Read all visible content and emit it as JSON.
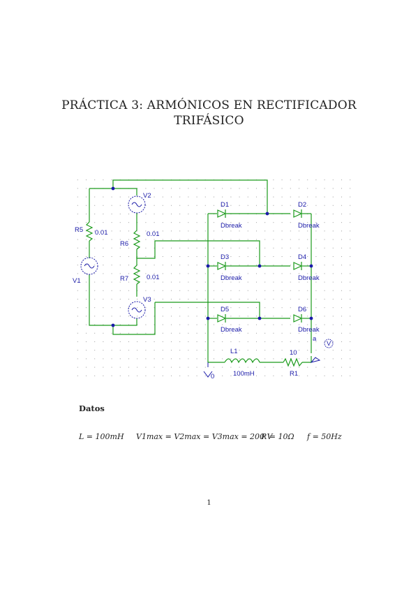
{
  "title_line1": "PRÁCTICA 3: ARMÓNICOS EN RECTIFICADOR",
  "title_line2": "TRIFÁSICO",
  "schematic": {
    "labels": {
      "v1": "V1",
      "v2": "V2",
      "v3": "V3",
      "r5": "R5",
      "r5_val": "0.01",
      "r6": "R6",
      "r6_val": "0.01",
      "r7": "R7",
      "r7_val": "0.01",
      "d1": "D1",
      "d2": "D2",
      "d3": "D3",
      "d4": "D4",
      "d5": "D5",
      "d6": "D6",
      "model": "Dbreak",
      "l1": "L1",
      "l1_val": "100mH",
      "r1": "R1",
      "r1_val": "10",
      "node_a": "a",
      "ground": "0",
      "meter": "V"
    },
    "colors": {
      "wire": "#1a9a1a",
      "node": "#1a1aa8",
      "component": "#1a1aa8",
      "grid": "#9a9a9a"
    }
  },
  "datos_heading": "Datos",
  "equations": {
    "inductance": "L = 100mH",
    "voltages": "V1max = V2max = V3max = 200 V",
    "resistance": "R = 10Ω",
    "frequency": "f = 50Hz"
  },
  "page_number": "1"
}
